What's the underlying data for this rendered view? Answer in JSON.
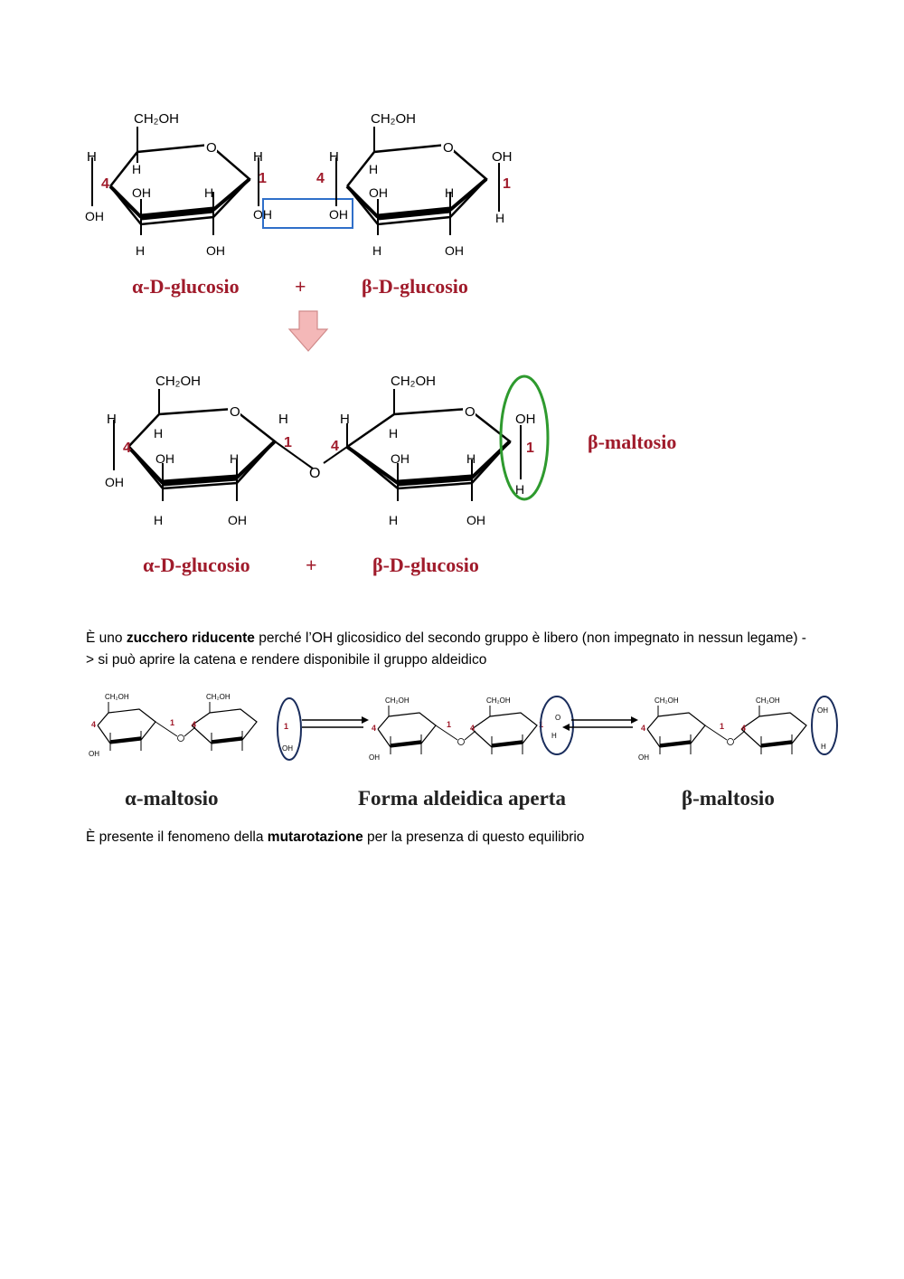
{
  "fig1": {
    "ring_labels": {
      "ch2oh": "CH₂OH",
      "o": "O",
      "h": "H",
      "oh": "OH",
      "c1": "1",
      "c4": "4"
    },
    "caption_left": "α-D-glucosio",
    "caption_plus": "+",
    "caption_right": "β-D-glucosio"
  },
  "fig2": {
    "product_label": "β-maltosio",
    "caption_left": "α-D-glucosio",
    "caption_plus": "+",
    "caption_right": "β-D-glucosio"
  },
  "para1": {
    "pre": "È uno ",
    "bold": "zucchero riducente",
    "post": " perché l’OH glicosidico del secondo gruppo è libero (non impegnato in nessun legame) -> si può aprire la catena e rendere disponibile il gruppo aldeidico"
  },
  "fig3": {
    "caption_left": "α-maltosio",
    "caption_mid": "Forma aldeidica aperta",
    "caption_right": "β-maltosio"
  },
  "para2": {
    "pre": "È presente il fenomeno della ",
    "bold": "mutarotazione",
    "post": " per la presenza di questo equilibrio"
  },
  "colors": {
    "caption_red": "#a01b2b",
    "box_blue": "#2f6fc9",
    "circle_green": "#2e9a2e",
    "circle_navy": "#1a2d5c",
    "arrow_pink": "#f4b8b8"
  }
}
